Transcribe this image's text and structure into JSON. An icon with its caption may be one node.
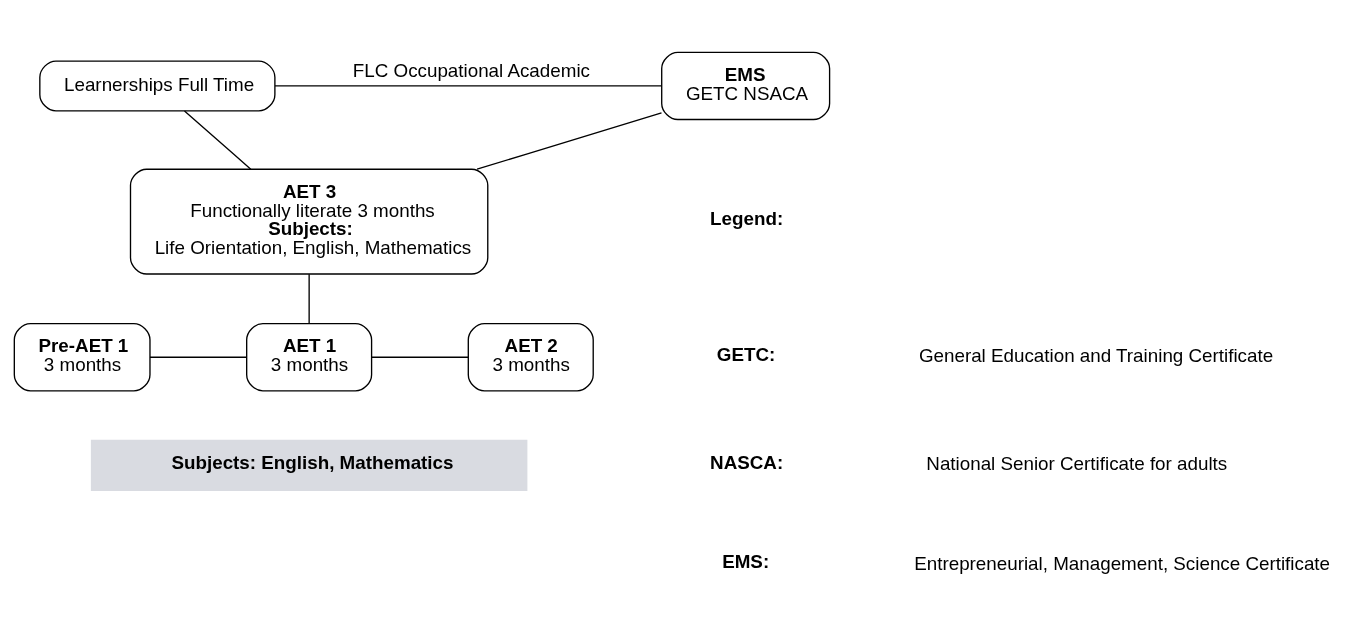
{
  "diagram": {
    "nodes": [
      {
        "text": [
          "Learnerships Full Time"
        ]
      },
      {
        "text": [
          "EMS",
          "GETC NSACA"
        ]
      },
      {
        "text": [
          "AET 3",
          "Functionally literate 3 months",
          "Subjects:",
          "Life Orientation, English, Mathematics"
        ]
      },
      {
        "text": [
          "Pre-AET 1",
          "3 months"
        ]
      },
      {
        "text": [
          "AET 1",
          "3 months"
        ]
      },
      {
        "text": [
          "AET 2",
          "3 months"
        ]
      },
      {
        "text": [
          "Subjects: English, Mathematics"
        ]
      }
    ],
    "edges": [
      {
        "from": 0,
        "to": 1,
        "arrow": "none",
        "label": "FLC Occupational Academic"
      },
      {
        "from": 0,
        "to": 2,
        "arrow": "none"
      },
      {
        "from": 1,
        "to": 2,
        "arrow": "none"
      },
      {
        "from": 2,
        "to": 4,
        "arrow": "none"
      },
      {
        "from": 3,
        "to": 4,
        "arrow": "none"
      },
      {
        "from": 4,
        "to": 5,
        "arrow": "none"
      }
    ],
    "labels": [
      "Legend:",
      "GETC:",
      "General Education and Training Certificate",
      "NASCA:",
      "National Senior Certificate for adults",
      "EMS:",
      "Entrepreneurial, Management, Science Certificate"
    ]
  }
}
